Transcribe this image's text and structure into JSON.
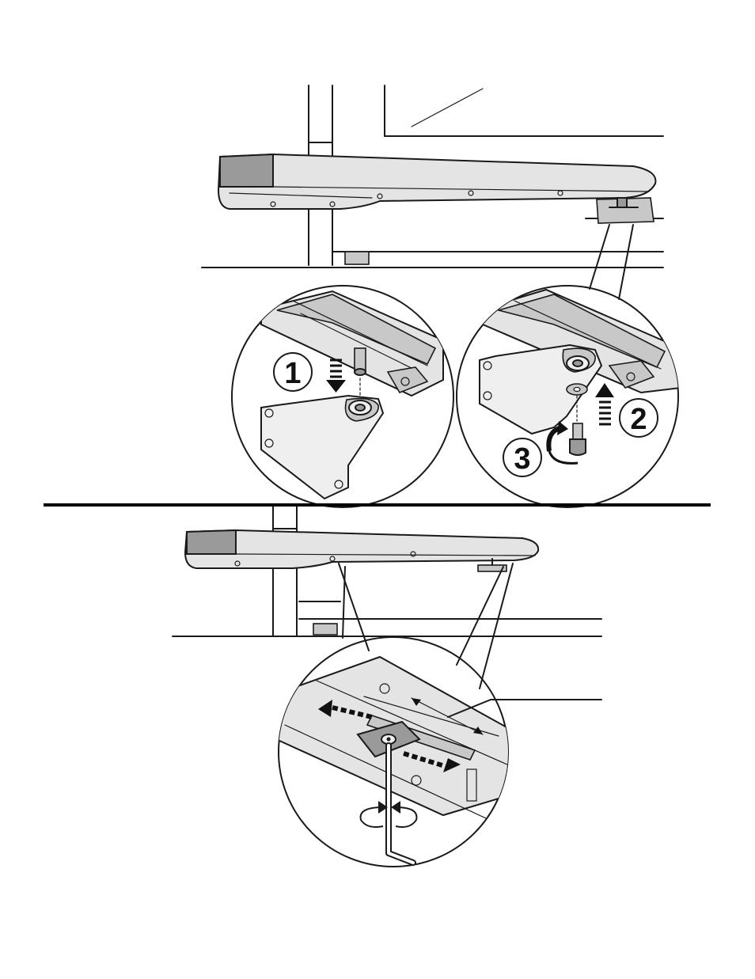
{
  "figure": {
    "step_labels": [
      "1",
      "2",
      "3"
    ],
    "icons": [
      "arrow-down-icon",
      "arrow-up-icon",
      "rotate-icon",
      "double-arrow-icon",
      "hex-key-icon"
    ],
    "colors": {
      "line": "#1a1a1a",
      "body": "#e4e4e4",
      "dark": "#9a9a9a",
      "background": "#ffffff"
    }
  }
}
